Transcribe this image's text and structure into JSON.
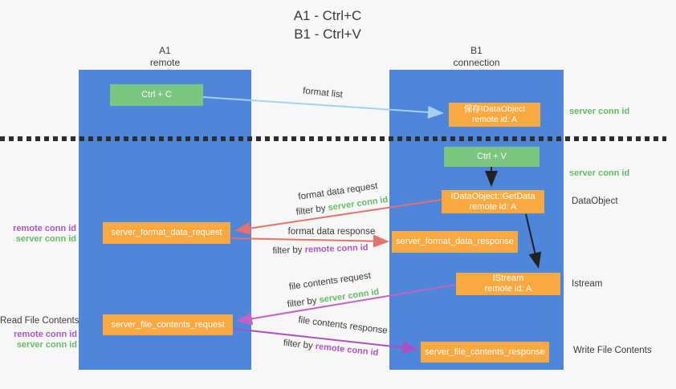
{
  "title": {
    "line1": "A1 - Ctrl+C",
    "line2": "B1 - Ctrl+V"
  },
  "lanes": {
    "left": {
      "name": "A1",
      "role": "remote"
    },
    "right": {
      "name": "B1",
      "role": "connection"
    }
  },
  "boxes": {
    "ctrl_c": "Ctrl + C",
    "ctrl_v": "Ctrl + V",
    "save_idataobject": {
      "title": "保存IDataObject",
      "subtitle": "remote id: A"
    },
    "idataobject_getdata": {
      "title": "IDataObject::GetData",
      "subtitle": "remote id: A"
    },
    "istream": {
      "title": "IStream",
      "subtitle": "remote id: A"
    },
    "server_format_data_request": "server_format_data_request",
    "server_format_data_response": "server_format_data_response",
    "server_file_contents_request": "server_file_contents_request",
    "server_file_contents_response": "server_file_contents_response"
  },
  "arrows": {
    "format_list": "format list",
    "format_data_request": "format data request",
    "format_data_response": "format data response",
    "file_contents_request": "file contents request",
    "file_contents_response": "file contents response",
    "filter_by": "filter by",
    "server_conn_id": "server conn id",
    "remote_conn_id": "remote conn id"
  },
  "annotations": {
    "server_conn_id_top_right": "server conn id",
    "server_conn_id_mid_right": "server conn id",
    "dataobject_right": "DataObject",
    "istream_right": "Istream",
    "write_file_contents_right": "Write File Contents",
    "remote_conn_id_left": "remote conn id",
    "server_conn_id_left": "server conn id",
    "read_file_contents_left": "Read File Contents",
    "remote_conn_id_left_bottom": "remote conn id",
    "server_conn_id_left_bottom": "server conn id"
  },
  "colors": {
    "background": "#f7f7f5",
    "lane_blue": "#4d86da",
    "box_green": "#7dc67f",
    "box_orange": "#f9a940",
    "green_text": "#63bd68",
    "purple_text": "#ae56c8",
    "red_arrow": "#e4716f",
    "magenta_arrow": "#c661c1",
    "purple_arrow": "#aa4fc4",
    "light_blue_arrow": "#a8cfee",
    "black_arrow": "#212121"
  }
}
